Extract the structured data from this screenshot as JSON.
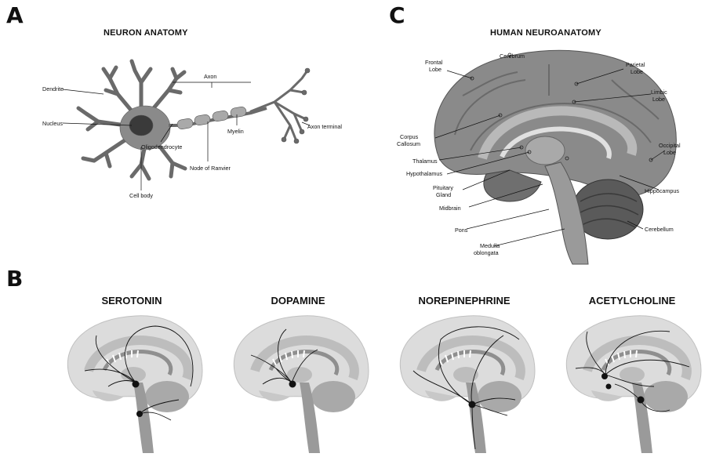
{
  "panels": {
    "a": {
      "letter": "A",
      "title": "NEURON ANATOMY"
    },
    "b": {
      "letter": "B"
    },
    "c": {
      "letter": "C",
      "title": "HUMAN NEUROANATOMY"
    }
  },
  "neuron_labels": {
    "dendrite": "Dendrite",
    "nucleus": "Nucleus",
    "cell_body": "Cell body",
    "axon": "Axon",
    "oligodendrocyte": "Oligodendrocyte",
    "node_of_ranvier": "Node of Ranvier",
    "myelin": "Myelin",
    "axon_terminal": "Axon terminal"
  },
  "brain_labels": {
    "frontal_1": "Frontal",
    "frontal_2": "Lobe",
    "cerebrum": "Cerebrum",
    "parietal_1": "Parietal",
    "parietal_2": "Lobe",
    "limbic_1": "Limbic",
    "limbic_2": "Lobe",
    "corpus_1": "Corpus",
    "corpus_2": "Callosum",
    "thalamus": "Thalamus",
    "hypothalamus": "Hypothalamus",
    "pituitary_1": "Pituitary",
    "pituitary_2": "Gland",
    "midbrain": "Midbrain",
    "pons": "Pons",
    "medulla_1": "Medulla",
    "medulla_2": "oblongata",
    "occipital_1": "Occipital",
    "occipital_2": "Lobe",
    "hippocampus": "Hippocampus",
    "cerebellum": "Cerebellum"
  },
  "neurotransmitters": [
    {
      "name": "SEROTONIN"
    },
    {
      "name": "DOPAMINE"
    },
    {
      "name": "NOREPINEPHRINE"
    },
    {
      "name": "ACETYLCHOLINE"
    }
  ],
  "colors": {
    "brain_light": "#dcdcdc",
    "brain_mid": "#bdbdbd",
    "brain_dark": "#8f8f8f",
    "neuron_fill": "#7a7a7a",
    "nucleus_fill": "#3a3a3a",
    "pathway": "#111111"
  }
}
